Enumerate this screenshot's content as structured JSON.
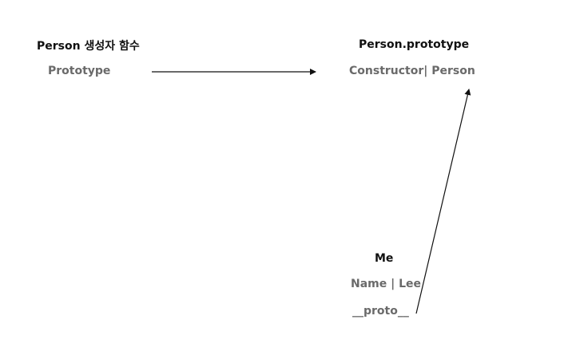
{
  "constructor_box": {
    "title": "Person 생성자 함수",
    "field_prototype": "Prototype"
  },
  "prototype_box": {
    "title": "Person.prototype",
    "field_constructor": "Constructor| Person"
  },
  "instance_box": {
    "title": "Me",
    "field_name": "Name | Lee",
    "field_proto": "__proto__"
  },
  "colors": {
    "title_text": "#111111",
    "field_text": "#6a6a6a",
    "arrow": "#111111"
  },
  "edges": [
    {
      "from": "constructor_box.field_prototype",
      "to": "prototype_box"
    },
    {
      "from": "instance_box.field_proto",
      "to": "prototype_box"
    }
  ]
}
